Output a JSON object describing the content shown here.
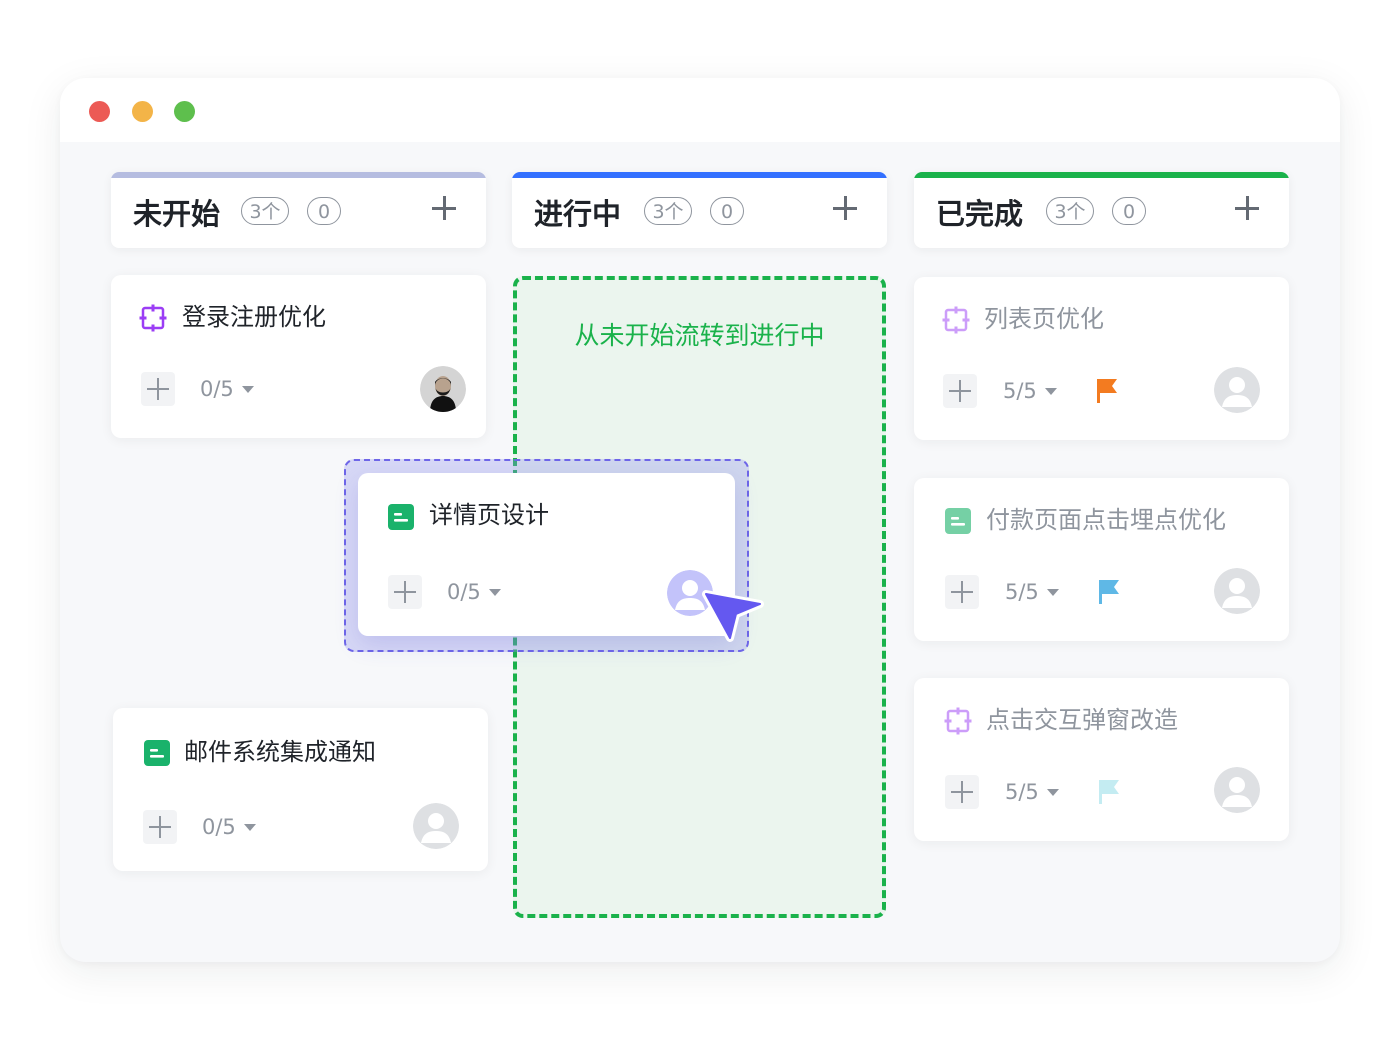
{
  "window": {
    "controls": [
      "close",
      "minimize",
      "maximize"
    ]
  },
  "columns": [
    {
      "title": "未开始",
      "count_label": "3个",
      "secondary_count": "0",
      "accent_color": "#b5bce0",
      "cards": [
        {
          "title": "登录注册优化",
          "icon": "requirement-icon",
          "progress": "0/5",
          "assignee": "photo-avatar"
        },
        {
          "title": "邮件系统集成通知",
          "icon": "task-icon",
          "progress": "0/5",
          "assignee": "placeholder-avatar"
        }
      ]
    },
    {
      "title": "进行中",
      "count_label": "3个",
      "secondary_count": "0",
      "accent_color": "#3370ff",
      "drop_zone_label": "从未开始流转到进行中"
    },
    {
      "title": "已完成",
      "count_label": "3个",
      "secondary_count": "0",
      "accent_color": "#1ab24b",
      "cards": [
        {
          "title": "列表页优化",
          "icon": "requirement-icon",
          "progress": "5/5",
          "flag_color": "#f37b20",
          "assignee": "placeholder-avatar"
        },
        {
          "title": "付款页面点击埋点优化",
          "icon": "task-icon",
          "progress": "5/5",
          "flag_color": "#5fb8e6",
          "assignee": "placeholder-avatar"
        },
        {
          "title": "点击交互弹窗改造",
          "icon": "requirement-icon",
          "progress": "5/5",
          "flag_color": "#c4ecf2",
          "assignee": "placeholder-avatar"
        }
      ]
    }
  ],
  "dragging_card": {
    "title": "详情页设计",
    "icon": "task-icon",
    "progress": "0/5",
    "assignee": "placeholder-avatar-purple"
  },
  "colors": {
    "requirement_icon": "#9b3df5",
    "task_icon": "#1ab26b",
    "drop_zone_border": "#1ab24b",
    "drag_outline": "#6e66e8",
    "cursor": "#6458f0"
  }
}
